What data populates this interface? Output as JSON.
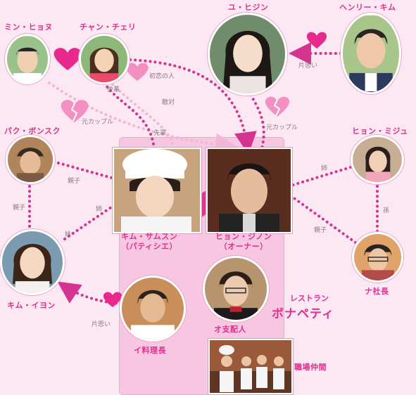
{
  "characters": {
    "min_hyonu": "ミン・ヒョヌ",
    "chan_cheri": "チャン・チェリ",
    "yu_hijin": "ユ・ヒジン",
    "henry_kim": "ヘンリー・キム",
    "paku_bonsuku": "パク・ボンスク",
    "hyon_miju": "ヒョン・ミジュ",
    "kim_samsun": "キム・サムスン\n（パティシエ）",
    "hyon_jinon": "ヒョン・ジノン\n（オーナー）",
    "kim_iyon": "キム・イヨン",
    "na_shacho": "ナ社長",
    "i_ryoricho": "イ料理長",
    "o_shihainin": "オ支配人",
    "shokuba_nakama": "職場仲間"
  },
  "relations": {
    "hatsukoi": "初恋の人",
    "kohai": "後輩",
    "tekitai": "敵対",
    "moto_couple_left": "元カップル",
    "senpai": "先輩",
    "moto_couple_right": "元カップル",
    "kataomoi_top": "片思い",
    "oyako_top": "親子",
    "ane_left": "姉",
    "oyako_left": "親子",
    "imouto": "妹",
    "ane_right": "姉",
    "mago": "孫",
    "oyako_right": "親子",
    "kataomoi_bottom": "片思い"
  },
  "restaurant": {
    "label": "レストラン",
    "name": "ボナペティ"
  },
  "colors": {
    "background": "#fce8f3",
    "accent": "#e0308f",
    "dotted_line": "#d4338f",
    "faint_line": "#f2b6d6",
    "box": "#f7c7e1"
  },
  "icons": [
    "heart-icon",
    "broken-heart-icon",
    "question-heart-icon"
  ]
}
